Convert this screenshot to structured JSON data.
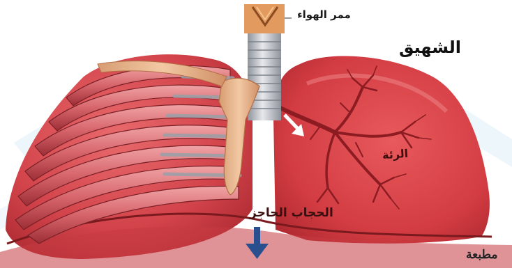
{
  "labels": {
    "air_passage": "ممر الهواء",
    "title": "الشهيق",
    "lung": "الرئة",
    "diaphragm": "الحجاب الحاجز"
  },
  "watermark": "مطبعة",
  "colors": {
    "lung_red": "#d93a3f",
    "bronchi_dark": "#8c1c22",
    "trachea_gray": "#b9bcc2",
    "bone_tan": "#e7b58e",
    "arrow_blue": "#2a4f8f"
  }
}
